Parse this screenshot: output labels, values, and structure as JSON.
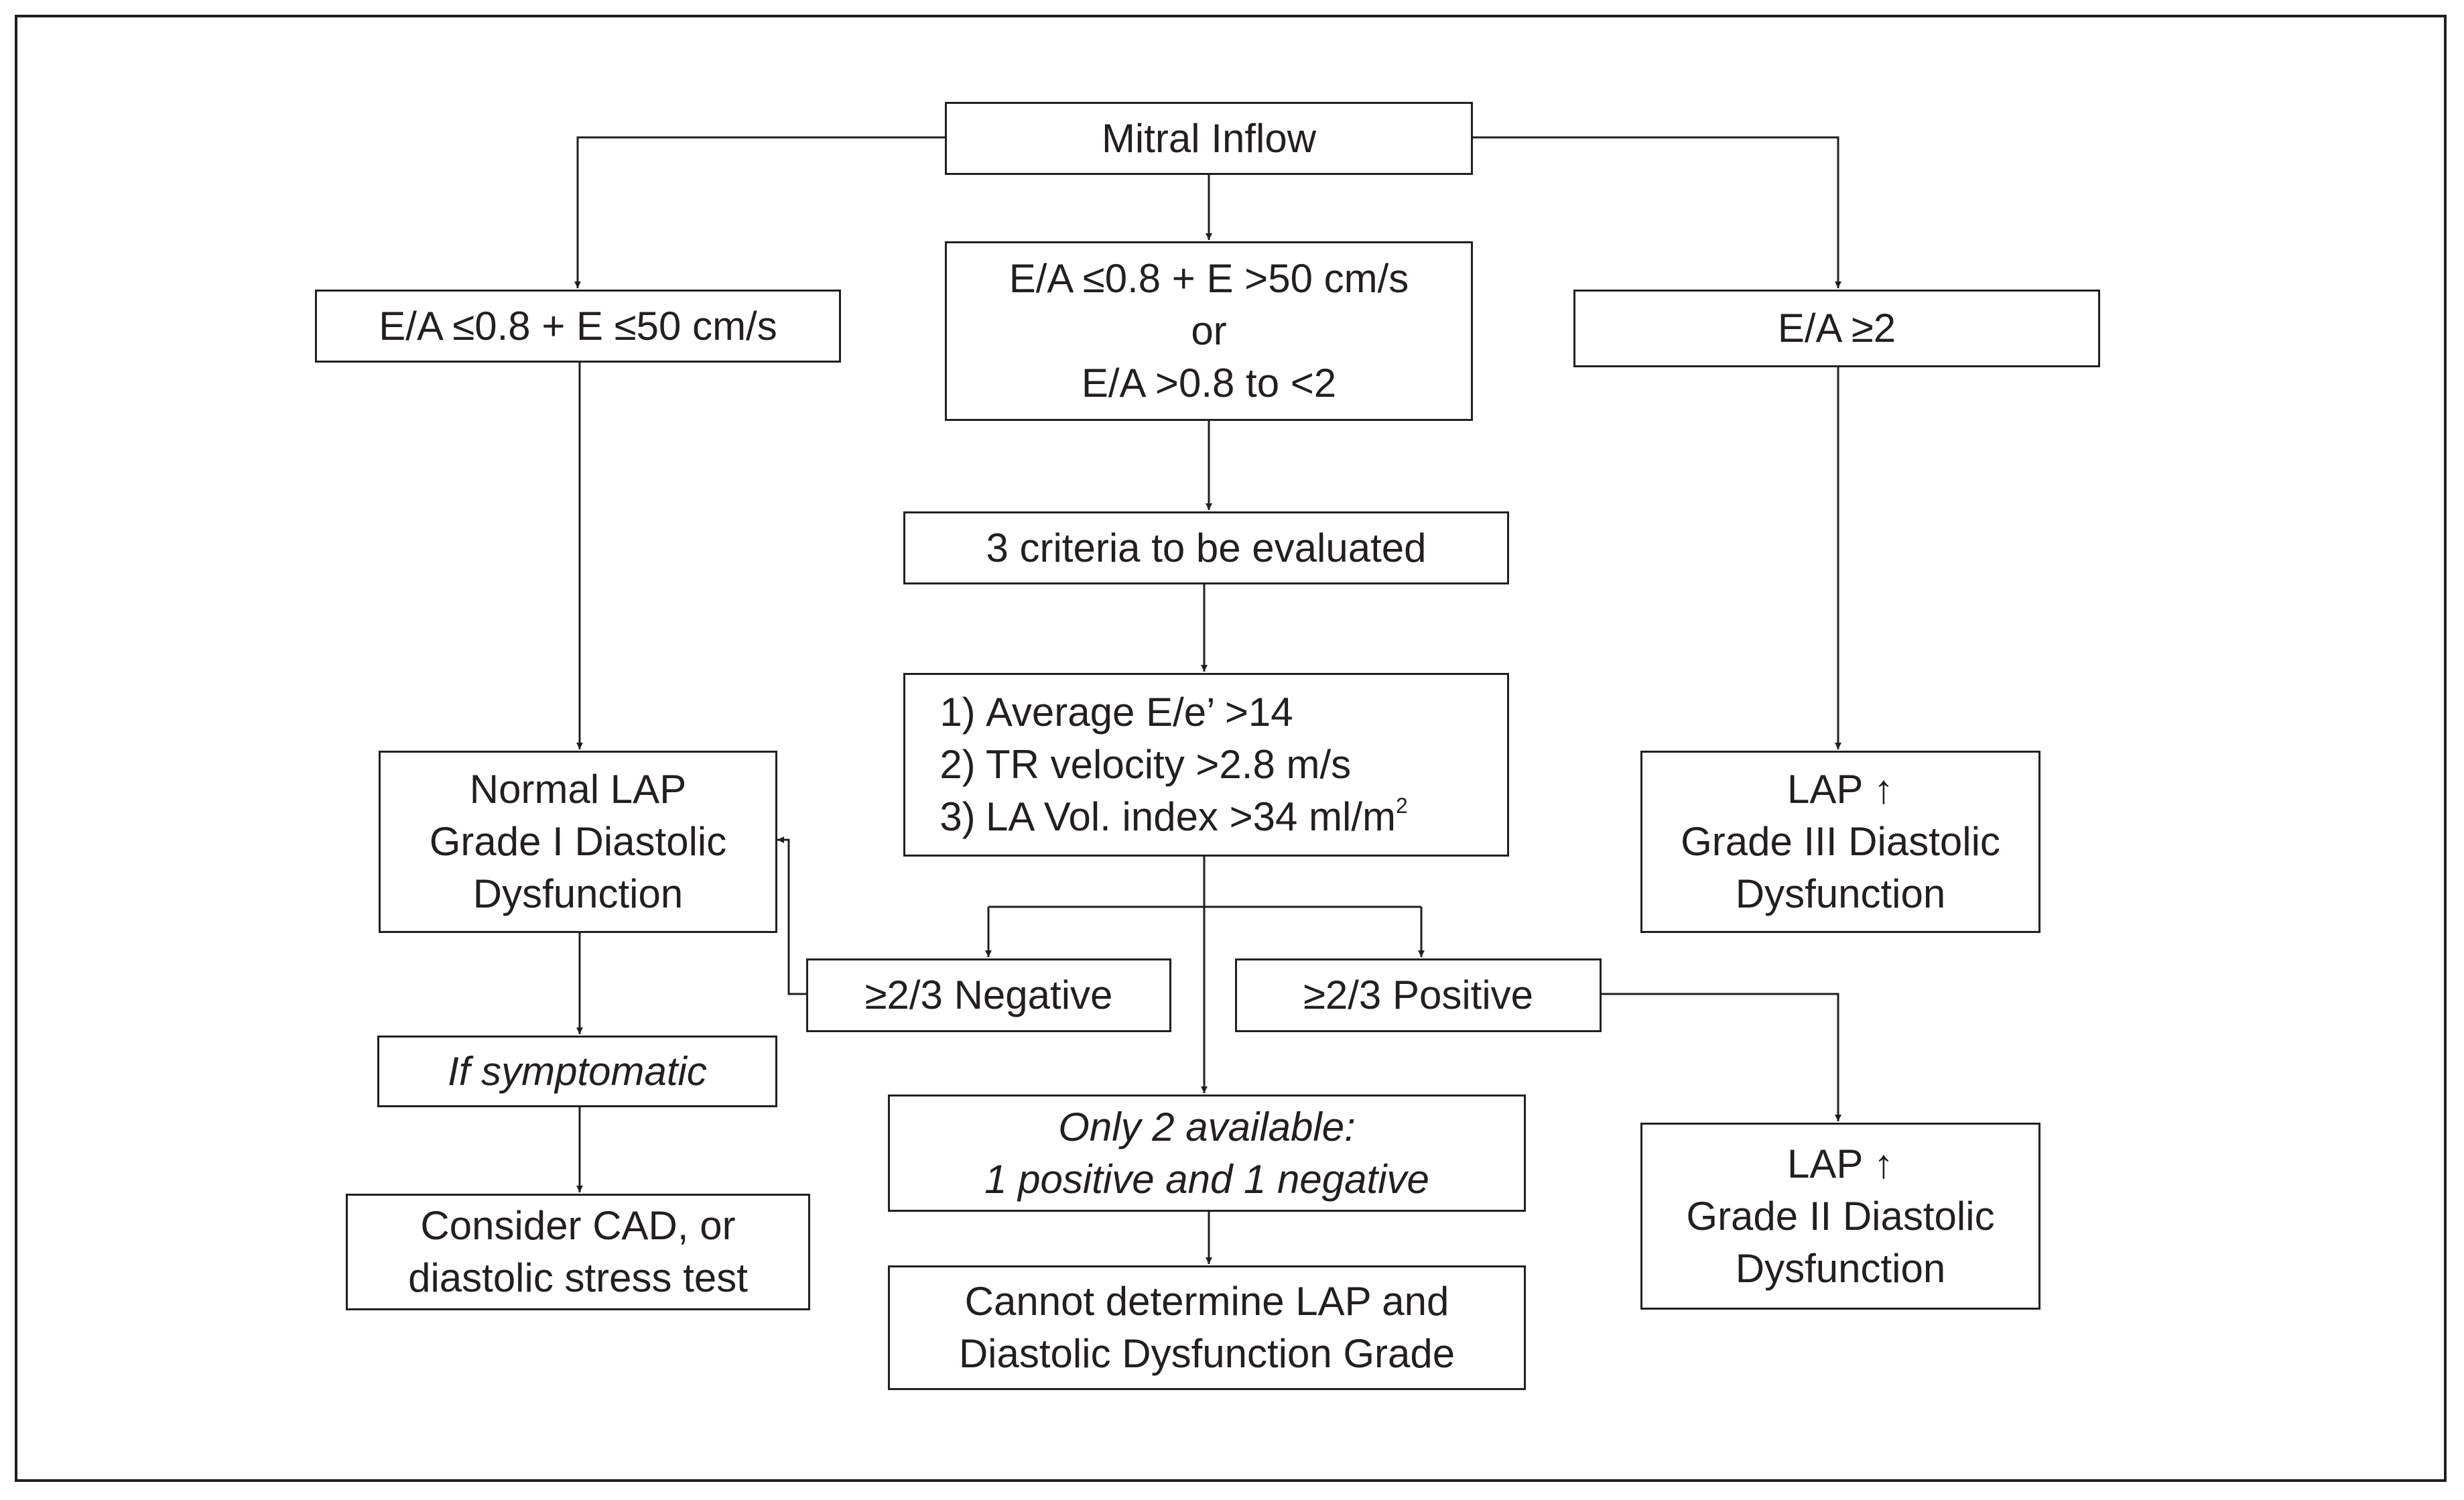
{
  "nodes": {
    "mitral_inflow": "Mitral Inflow",
    "ea_low": "E/A ≤0.8 + E ≤50 cm/s",
    "ea_mid": {
      "line1": "E/A ≤0.8 + E >50 cm/s",
      "line2": "or",
      "line3": "E/A >0.8 to <2"
    },
    "ea_high": "E/A ≥2",
    "criteria_title": "3 criteria to be evaluated",
    "criteria_list": [
      {
        "num": "1)",
        "text": "Average E/e’ >14"
      },
      {
        "num": "2)",
        "text": "TR velocity >2.8 m/s"
      },
      {
        "num": "3)",
        "text": "LA Vol. index >34 ml/m",
        "sup": "2"
      }
    ],
    "grade1": {
      "line1": "Normal LAP",
      "line2": "Grade I Diastolic",
      "line3": "Dysfunction"
    },
    "grade3": {
      "line1": "LAP ↑",
      "line2": "Grade III Diastolic",
      "line3": "Dysfunction"
    },
    "negative": "≥2/3 Negative",
    "positive": "≥2/3 Positive",
    "if_symptomatic": "If symptomatic",
    "consider": {
      "line1": "Consider CAD, or",
      "line2": "diastolic stress test"
    },
    "only_two": {
      "line1": "Only 2 available:",
      "line2": "1 positive and 1 negative"
    },
    "grade2": {
      "line1": "LAP ↑",
      "line2": "Grade II Diastolic",
      "line3": "Dysfunction"
    },
    "cannot": {
      "line1": "Cannot determine LAP and",
      "line2": "Diastolic Dysfunction Grade"
    }
  }
}
